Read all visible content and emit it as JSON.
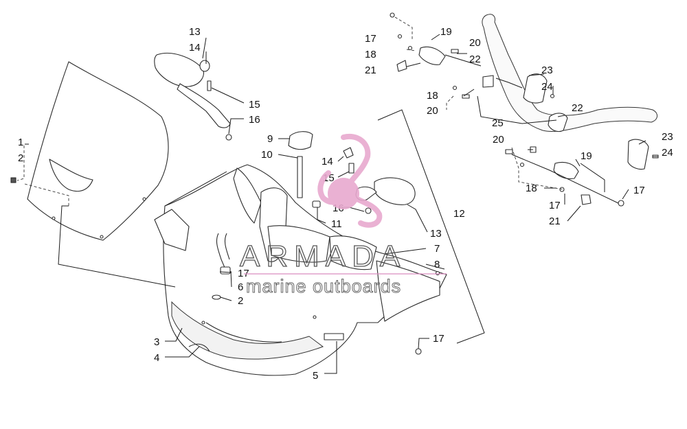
{
  "diagram": {
    "callouts": {
      "c1": "1",
      "c2a": "2",
      "c2b": "2",
      "c3": "3",
      "c4": "4",
      "c5": "5",
      "c6": "6",
      "c7": "7",
      "c8": "8",
      "c9": "9",
      "c10": "10",
      "c11": "11",
      "c12": "12",
      "c13a": "13",
      "c13b": "13",
      "c14a": "14",
      "c14b": "14",
      "c15a": "15",
      "c15b": "15",
      "c16a": "16",
      "c16b": "16",
      "c17a": "17",
      "c17b": "17",
      "c17c": "17",
      "c17d": "17",
      "c17e": "17",
      "c18a": "18",
      "c18b": "18",
      "c18c": "18",
      "c19a": "19",
      "c19b": "19",
      "c20a": "20",
      "c20b": "20",
      "c20c": "20",
      "c21a": "21",
      "c21b": "21",
      "c22a": "22",
      "c22b": "22",
      "c23a": "23",
      "c23b": "23",
      "c24a": "24",
      "c24b": "24",
      "c25": "25"
    }
  },
  "watermark": {
    "title": "ARMADA",
    "subtitle": "marine outboards",
    "logo_color": "#e8a9cf",
    "line_color": "#d98cbf"
  }
}
